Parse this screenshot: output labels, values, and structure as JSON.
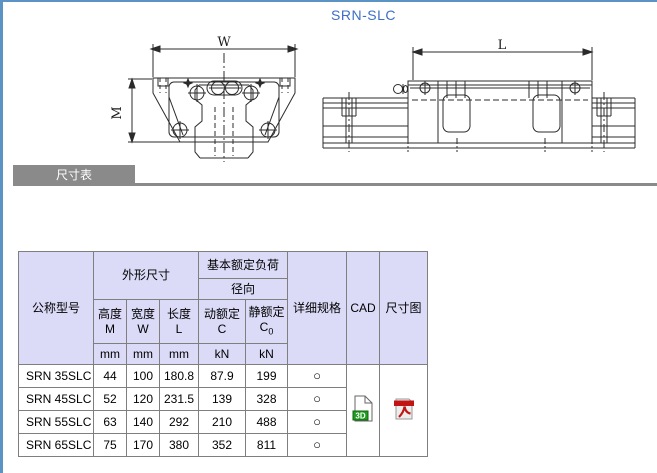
{
  "page": {
    "title": "SRN-SLC"
  },
  "colors": {
    "accent_blue": "#3E6EC6",
    "frame_blue": "#5B93C5",
    "banner_gray": "#8A8A8A",
    "table_header_bg": "#DBDBF8",
    "table_border": "#7F7F7F",
    "cad_badge_green": "#1F9D1F",
    "pdf_red": "#C11414"
  },
  "drawings": {
    "front_view": {
      "width_label": "W",
      "height_label": "M"
    },
    "side_view": {
      "length_label": "L"
    }
  },
  "section": {
    "banner": "尺寸表"
  },
  "table": {
    "header": {
      "model": "公称型号",
      "outer_dims": "外形尺寸",
      "basic_load": "基本额定负荷",
      "radial": "径向",
      "height_cn": "高度",
      "height_sym": "M",
      "width_cn": "宽度",
      "width_sym": "W",
      "length_cn": "长度",
      "length_sym": "L",
      "dynamic_cn": "动额定",
      "dynamic_sym": "C",
      "static_cn": "静额定",
      "static_sym": "C",
      "static_sub": "0",
      "detail_spec": "详细规格",
      "cad": "CAD",
      "dim_drawing": "尺寸图"
    },
    "units": {
      "mm": "mm",
      "kn": "kN"
    },
    "rows": [
      {
        "model": "SRN 35SLC",
        "height_m": "44",
        "width_w": "100",
        "length_l": "180.8",
        "dynamic_c": "87.9",
        "static_c0": "199",
        "detail": "○"
      },
      {
        "model": "SRN 45SLC",
        "height_m": "52",
        "width_w": "120",
        "length_l": "231.5",
        "dynamic_c": "139",
        "static_c0": "328",
        "detail": "○"
      },
      {
        "model": "SRN 55SLC",
        "height_m": "63",
        "width_w": "140",
        "length_l": "292",
        "dynamic_c": "210",
        "static_c0": "488",
        "detail": "○"
      },
      {
        "model": "SRN 65SLC",
        "height_m": "75",
        "width_w": "170",
        "length_l": "380",
        "dynamic_c": "352",
        "static_c0": "811",
        "detail": "○"
      }
    ],
    "cad_badge": "3D"
  }
}
